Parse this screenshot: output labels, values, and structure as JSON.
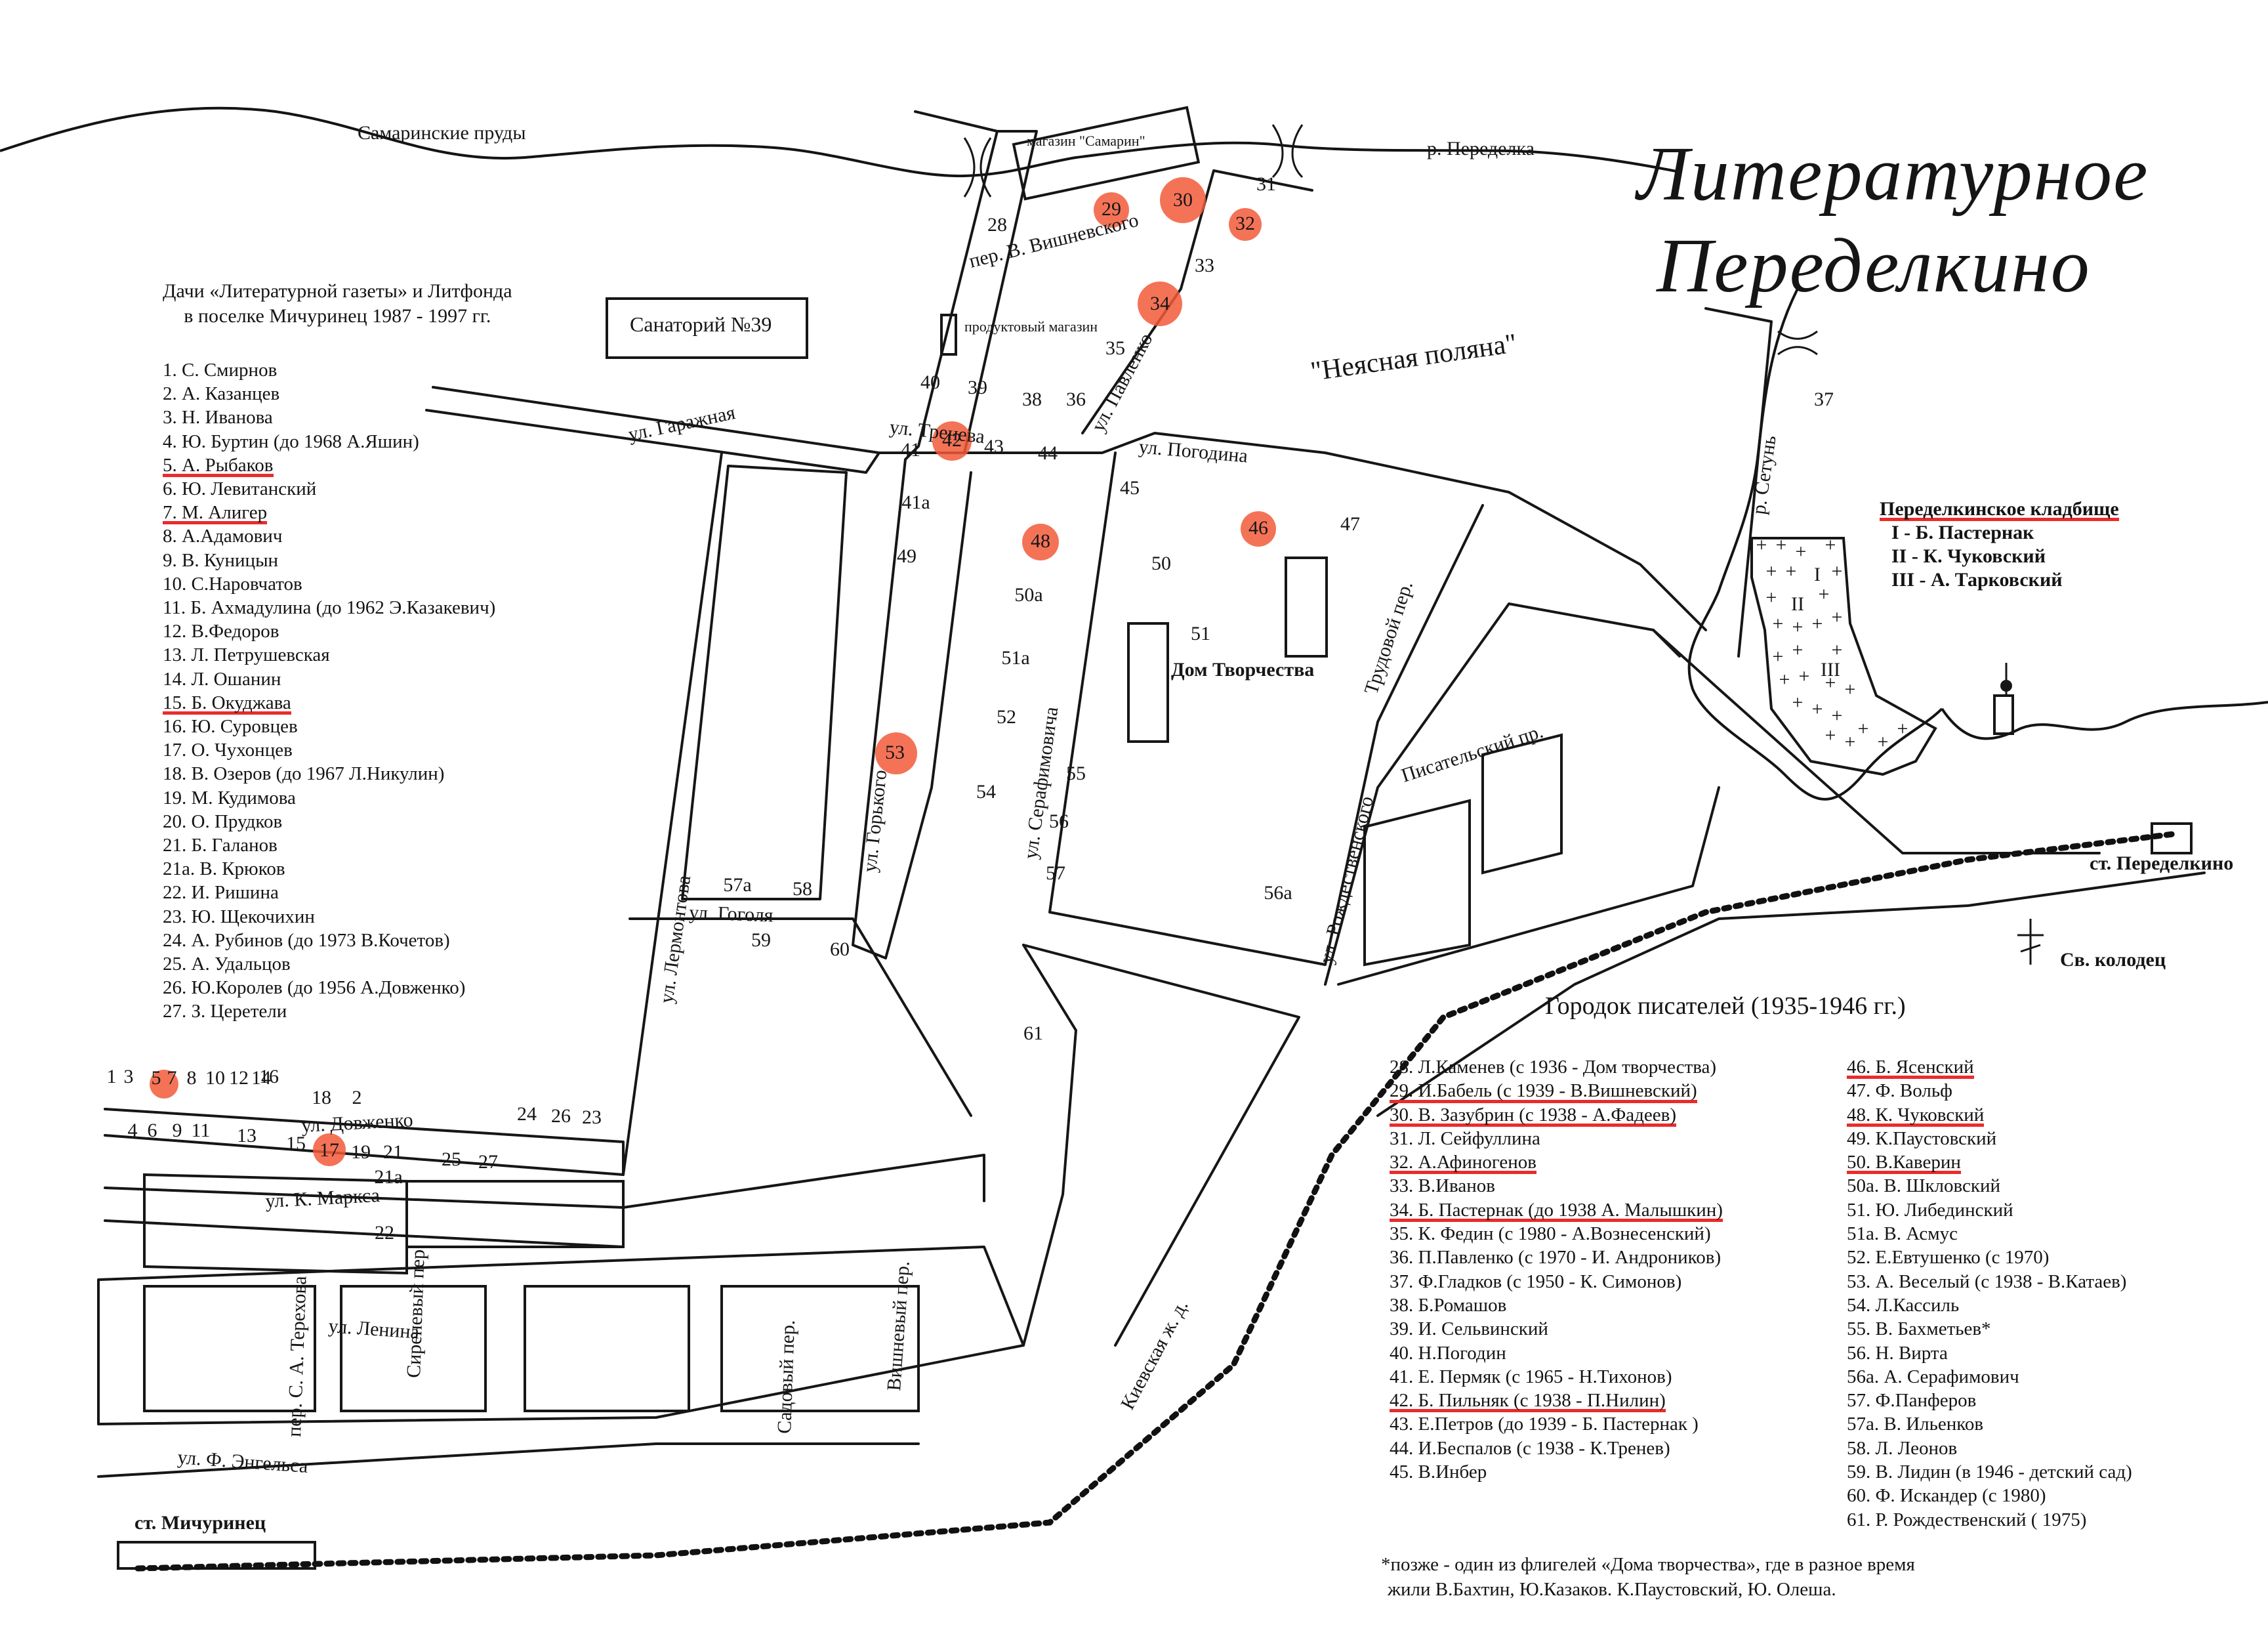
{
  "title": {
    "line1": "Литературное",
    "line2": "Переделкино"
  },
  "subtitle": {
    "line1": "Дачи «Литературной газеты» и Литфонда",
    "line2": "в поселке Мичуринец 1987 - 1997 гг."
  },
  "labels": {
    "ponds": "Самаринские пруды",
    "river_peredelka": "р. Переделка",
    "river_setun": "р. Сетунь",
    "shop_samarin": "магазин \"Самарин\"",
    "grocery": "продуктовый магазин",
    "sanatorium": "Санаторий №39",
    "glade": "\"Неясная поляна\"",
    "house_of_creativity": "Дом Творчества",
    "station_peredelkino": "ст. Переделкино",
    "station_michurinets": "ст. Мичуринец",
    "holy_well": "Св. колодец",
    "railway": "Киевская ж. д."
  },
  "streets": {
    "vishnevskogo": "пер. В. Вишневского",
    "garazhnaya": "ул. Гаражная",
    "trenyova": "ул. Тренева",
    "pavlenko": "ул. Павленко",
    "pogodina": "ул. Погодина",
    "gorkogo": "ул. Горького",
    "serafimovicha": "ул. Серафимовича",
    "lermontova": "ул. Лермонтова",
    "gogolya": "ул. Гоголя",
    "dovzhenko": "ул. Довженко",
    "marksa": "ул. К. Маркса",
    "lenina": "ул. Ленина",
    "engelsa": "ул. Ф. Энгельса",
    "terekhova": "пер. С. А. Терехова",
    "sirenevy": "Сиреневый пер.",
    "sadovy": "Садовый пер.",
    "vishnevy": "Вишневый пер.",
    "trudovoy": "Трудовой пер.",
    "rozhdestvenskogo": "ул. Рождественского",
    "pisatelsky": "Писательский пр."
  },
  "cemetery": {
    "title": "Переделкинское кладбище",
    "items": [
      "I - Б. Пастернак",
      "II - К. Чуковский",
      "III - А. Тарковский"
    ],
    "marks": [
      "I",
      "II",
      "III"
    ]
  },
  "gorodok_title": "Городок писателей (1935-1946 гг.)",
  "left_list": [
    {
      "text": "1. С. Смирнов",
      "hl": false
    },
    {
      "text": "2. А. Казанцев",
      "hl": false
    },
    {
      "text": "3. Н. Иванова",
      "hl": false
    },
    {
      "text": "4. Ю. Буртин (до 1968 А.Яшин)",
      "hl": false
    },
    {
      "text": "5. А. Рыбаков",
      "hl": true
    },
    {
      "text": "6. Ю. Левитанский",
      "hl": false
    },
    {
      "text": "7. М. Алигер",
      "hl": true
    },
    {
      "text": "8. А.Адамович",
      "hl": false
    },
    {
      "text": "9. В. Куницын",
      "hl": false
    },
    {
      "text": "10. С.Наровчатов",
      "hl": false
    },
    {
      "text": "11. Б. Ахмадулина (до 1962 Э.Казакевич)",
      "hl": false
    },
    {
      "text": "12. В.Федоров",
      "hl": false
    },
    {
      "text": "13. Л. Петрушевская",
      "hl": false
    },
    {
      "text": "14. Л. Ошанин",
      "hl": false
    },
    {
      "text": "15. Б. Окуджава",
      "hl": true
    },
    {
      "text": "16. Ю. Суровцев",
      "hl": false
    },
    {
      "text": "17. О. Чухонцев",
      "hl": false
    },
    {
      "text": "18. В. Озеров (до 1967 Л.Никулин)",
      "hl": false
    },
    {
      "text": "19. М. Кудимова",
      "hl": false
    },
    {
      "text": "20. О. Прудков",
      "hl": false
    },
    {
      "text": "21. Б. Галанов",
      "hl": false
    },
    {
      "text": "21а. В. Крюков",
      "hl": false
    },
    {
      "text": "22. И. Ришина",
      "hl": false
    },
    {
      "text": "23. Ю. Щекочихин",
      "hl": false
    },
    {
      "text": "24. А. Рубинов (до 1973 В.Кочетов)",
      "hl": false
    },
    {
      "text": "25. А. Удальцов",
      "hl": false
    },
    {
      "text": "26. Ю.Королев (до 1956 А.Довженко)",
      "hl": false
    },
    {
      "text": "27. З. Церетели",
      "hl": false
    }
  ],
  "gorodok_list_1": [
    {
      "text": "28. Л.Каменев (с 1936 - Дом творчества)",
      "hl": false
    },
    {
      "text": "29. И.Бабель (с 1939 - В.Вишневский)",
      "hl": true
    },
    {
      "text": "30. В. Зазубрин (с 1938 - А.Фадеев)",
      "hl": true
    },
    {
      "text": "31. Л. Сейфуллина",
      "hl": false
    },
    {
      "text": "32. А.Афиногенов",
      "hl": true
    },
    {
      "text": "33. В.Иванов",
      "hl": false
    },
    {
      "text": "34. Б. Пастернак (до 1938 А. Малышкин)",
      "hl": true
    },
    {
      "text": "35. К. Федин (с 1980 - А.Вознесенский)",
      "hl": false
    },
    {
      "text": "36. П.Павленко (с 1970 - И. Андроников)",
      "hl": false
    },
    {
      "text": "37. Ф.Гладков (с 1950 - К. Симонов)",
      "hl": false
    },
    {
      "text": "38. Б.Ромашов",
      "hl": false
    },
    {
      "text": "39. И. Сельвинский",
      "hl": false
    },
    {
      "text": "40. Н.Погодин",
      "hl": false
    },
    {
      "text": "41. Е. Пермяк (с 1965 - Н.Тихонов)",
      "hl": false
    },
    {
      "text": "42. Б. Пильняк (с 1938 - П.Нилин)",
      "hl": true
    },
    {
      "text": "43. Е.Петров (до 1939 - Б. Пастернак )",
      "hl": false
    },
    {
      "text": "44. И.Беспалов (с 1938 - К.Тренев)",
      "hl": false
    },
    {
      "text": "45. В.Инбер",
      "hl": false
    }
  ],
  "gorodok_list_2": [
    {
      "text": "46. Б. Ясенский",
      "hl": true
    },
    {
      "text": "47. Ф. Вольф",
      "hl": false
    },
    {
      "text": "48. К. Чуковский",
      "hl": true
    },
    {
      "text": "49. К.Паустовский",
      "hl": false
    },
    {
      "text": "50. В.Каверин",
      "hl": true
    },
    {
      "text": "50а. В. Шкловский",
      "hl": false
    },
    {
      "text": "51. Ю. Либединский",
      "hl": false
    },
    {
      "text": "51а. В. Асмус",
      "hl": false
    },
    {
      "text": "52. Е.Евтушенко (с 1970)",
      "hl": false
    },
    {
      "text": "53. А. Веселый (с 1938 - В.Катаев)",
      "hl": false
    },
    {
      "text": "54. Л.Кассиль",
      "hl": false
    },
    {
      "text": "55. В. Бахметьев*",
      "hl": false
    },
    {
      "text": "56. Н. Вирта",
      "hl": false
    },
    {
      "text": "56а. А. Серафимович",
      "hl": false
    },
    {
      "text": "57. Ф.Панферов",
      "hl": false
    },
    {
      "text": "57а. В. Ильенков",
      "hl": false
    },
    {
      "text": "58. Л. Леонов",
      "hl": false
    },
    {
      "text": "59. В. Лидин (в 1946 - детский сад)",
      "hl": false
    },
    {
      "text": "60. Ф. Искандер (с 1980)",
      "hl": false
    },
    {
      "text": "61. Р. Рождественский ( 1975)",
      "hl": false
    }
  ],
  "footnote": {
    "line1": "*позже - один из флигелей «Дома творчества», где в разное время",
    "line2": "жили В.Бахтин, Ю.Казаков. К.Паустовский, Ю. Олеша."
  },
  "plot_numbers": [
    {
      "n": "28"
    },
    {
      "n": "29"
    },
    {
      "n": "30"
    },
    {
      "n": "31"
    },
    {
      "n": "32"
    },
    {
      "n": "33"
    },
    {
      "n": "34"
    },
    {
      "n": "35"
    },
    {
      "n": "36"
    },
    {
      "n": "37"
    },
    {
      "n": "38"
    },
    {
      "n": "39"
    },
    {
      "n": "40"
    },
    {
      "n": "41"
    },
    {
      "n": "41а"
    },
    {
      "n": "42"
    },
    {
      "n": "43"
    },
    {
      "n": "44"
    },
    {
      "n": "45"
    },
    {
      "n": "46"
    },
    {
      "n": "47"
    },
    {
      "n": "48"
    },
    {
      "n": "49"
    },
    {
      "n": "50"
    },
    {
      "n": "50а"
    },
    {
      "n": "51"
    },
    {
      "n": "51а"
    },
    {
      "n": "52"
    },
    {
      "n": "53"
    },
    {
      "n": "54"
    },
    {
      "n": "55"
    },
    {
      "n": "56"
    },
    {
      "n": "56а"
    },
    {
      "n": "57"
    },
    {
      "n": "57а"
    },
    {
      "n": "58"
    },
    {
      "n": "59"
    },
    {
      "n": "60"
    },
    {
      "n": "61"
    },
    {
      "n": "1"
    },
    {
      "n": "3"
    },
    {
      "n": "5"
    },
    {
      "n": "7"
    },
    {
      "n": "8"
    },
    {
      "n": "10"
    },
    {
      "n": "12"
    },
    {
      "n": "14"
    },
    {
      "n": "16"
    },
    {
      "n": "18"
    },
    {
      "n": "2"
    },
    {
      "n": "4"
    },
    {
      "n": "6"
    },
    {
      "n": "9"
    },
    {
      "n": "11"
    },
    {
      "n": "13"
    },
    {
      "n": "15"
    },
    {
      "n": "17"
    },
    {
      "n": "19"
    },
    {
      "n": "21"
    },
    {
      "n": "21а"
    },
    {
      "n": "22"
    },
    {
      "n": "24"
    },
    {
      "n": "26"
    },
    {
      "n": "23"
    },
    {
      "n": "25"
    },
    {
      "n": "27"
    }
  ],
  "marker_color": "#f25a3a",
  "underline_color": "#ea2b2b"
}
